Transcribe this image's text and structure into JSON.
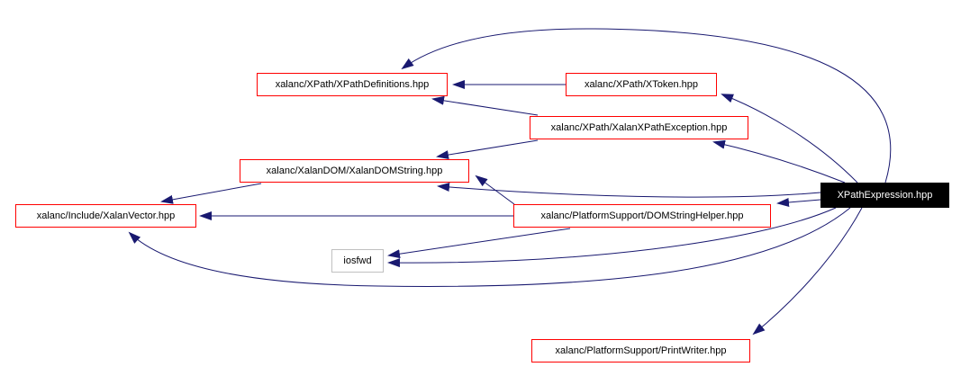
{
  "diagram": {
    "type": "include-dependency-graph",
    "current_file": "XPathExpression.hpp",
    "nodes": [
      {
        "id": "xpathdefinitions",
        "label": "xalanc/XPath/XPathDefinitions.hpp",
        "style": "truncated"
      },
      {
        "id": "xtoken",
        "label": "xalanc/XPath/XToken.hpp",
        "style": "truncated"
      },
      {
        "id": "xpathexception",
        "label": "xalanc/XPath/XalanXPathException.hpp",
        "style": "truncated"
      },
      {
        "id": "xalandomstring",
        "label": "xalanc/XalanDOM/XalanDOMString.hpp",
        "style": "truncated"
      },
      {
        "id": "xpathexpression",
        "label": "XPathExpression.hpp",
        "style": "current"
      },
      {
        "id": "xalanvector",
        "label": "xalanc/Include/XalanVector.hpp",
        "style": "truncated"
      },
      {
        "id": "domstringhelper",
        "label": "xalanc/PlatformSupport/DOMStringHelper.hpp",
        "style": "truncated"
      },
      {
        "id": "iosfwd",
        "label": "iosfwd",
        "style": "plain"
      },
      {
        "id": "printwriter",
        "label": "xalanc/PlatformSupport/PrintWriter.hpp",
        "style": "truncated"
      }
    ],
    "edges": [
      {
        "from": "xpathexpression",
        "to": "xpathdefinitions"
      },
      {
        "from": "xpathexpression",
        "to": "xtoken"
      },
      {
        "from": "xpathexpression",
        "to": "xpathexception"
      },
      {
        "from": "xpathexpression",
        "to": "xalandomstring"
      },
      {
        "from": "xpathexpression",
        "to": "domstringhelper"
      },
      {
        "from": "xpathexpression",
        "to": "iosfwd"
      },
      {
        "from": "xpathexpression",
        "to": "xalanvector"
      },
      {
        "from": "xpathexpression",
        "to": "printwriter"
      },
      {
        "from": "xtoken",
        "to": "xpathdefinitions"
      },
      {
        "from": "xpathexception",
        "to": "xpathdefinitions"
      },
      {
        "from": "xpathexception",
        "to": "xalandomstring"
      },
      {
        "from": "xalandomstring",
        "to": "xalanvector"
      },
      {
        "from": "domstringhelper",
        "to": "xalandomstring"
      },
      {
        "from": "domstringhelper",
        "to": "xalanvector"
      },
      {
        "from": "domstringhelper",
        "to": "iosfwd"
      }
    ],
    "colors": {
      "edge": "#191970",
      "truncated_border": "#ff0000",
      "current_bg": "#000000",
      "current_text": "#ffffff",
      "plain_border": "#c0c0c0",
      "text": "#000000",
      "background": "#ffffff"
    }
  }
}
